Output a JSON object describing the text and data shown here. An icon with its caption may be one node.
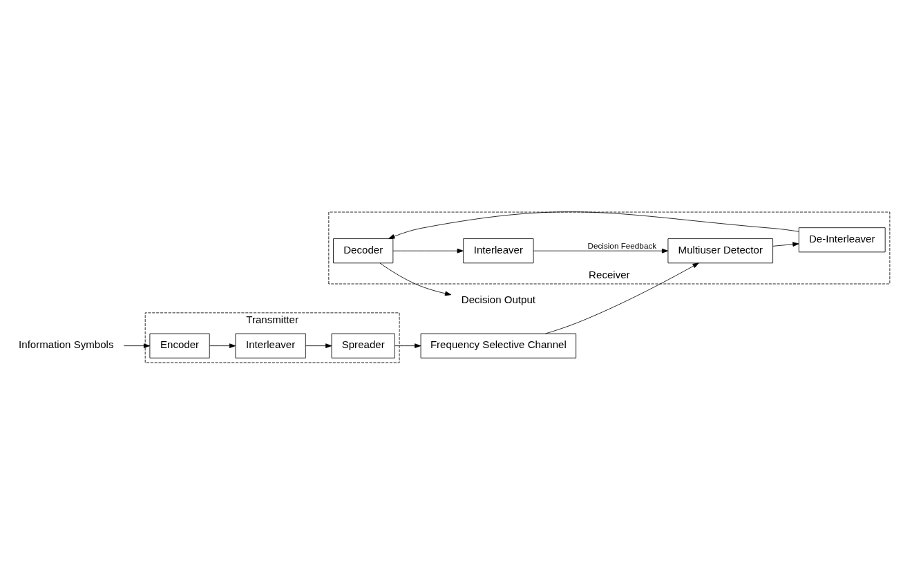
{
  "diagram": {
    "nodes": [
      {
        "text": [
          "Transmitter"
        ]
      },
      {
        "text": [
          "Encoder"
        ],
        "in": 0
      },
      {
        "text": [
          "Interleaver"
        ],
        "in": 0
      },
      {
        "text": [
          "Spreader"
        ],
        "in": 0
      },
      {
        "text": [
          "Information Symbols"
        ]
      },
      {
        "text": [
          "Frequency Selective Channel"
        ]
      },
      {
        "text": [
          "Receiver"
        ]
      },
      {
        "text": [
          "Decoder"
        ],
        "in": 6
      },
      {
        "text": [
          "De-Interleaver"
        ],
        "in": 6
      },
      {
        "text": [
          "Multiuser Detector"
        ],
        "in": 6
      },
      {
        "text": [
          "Decision Output"
        ]
      },
      {
        "text": [
          "Interleaver"
        ],
        "in": 6
      }
    ],
    "edges": [
      {
        "from": 4,
        "to": 1,
        "arrow": "to"
      },
      {
        "from": 1,
        "to": 2,
        "arrow": "to"
      },
      {
        "from": 2,
        "to": 3,
        "arrow": "to"
      },
      {
        "from": 3,
        "to": 5,
        "arrow": "to"
      },
      {
        "from": 5,
        "to": 9,
        "arrow": "to"
      },
      {
        "from": 9,
        "to": 8,
        "arrow": "to"
      },
      {
        "from": 8,
        "to": 7,
        "arrow": "to"
      },
      {
        "from": 7,
        "to": 10,
        "arrow": "to"
      },
      {
        "from": 7,
        "to": 11,
        "arrow": "to"
      },
      {
        "from": 11,
        "to": 9,
        "arrow": "to",
        "label": "Decision Feedback"
      }
    ]
  }
}
